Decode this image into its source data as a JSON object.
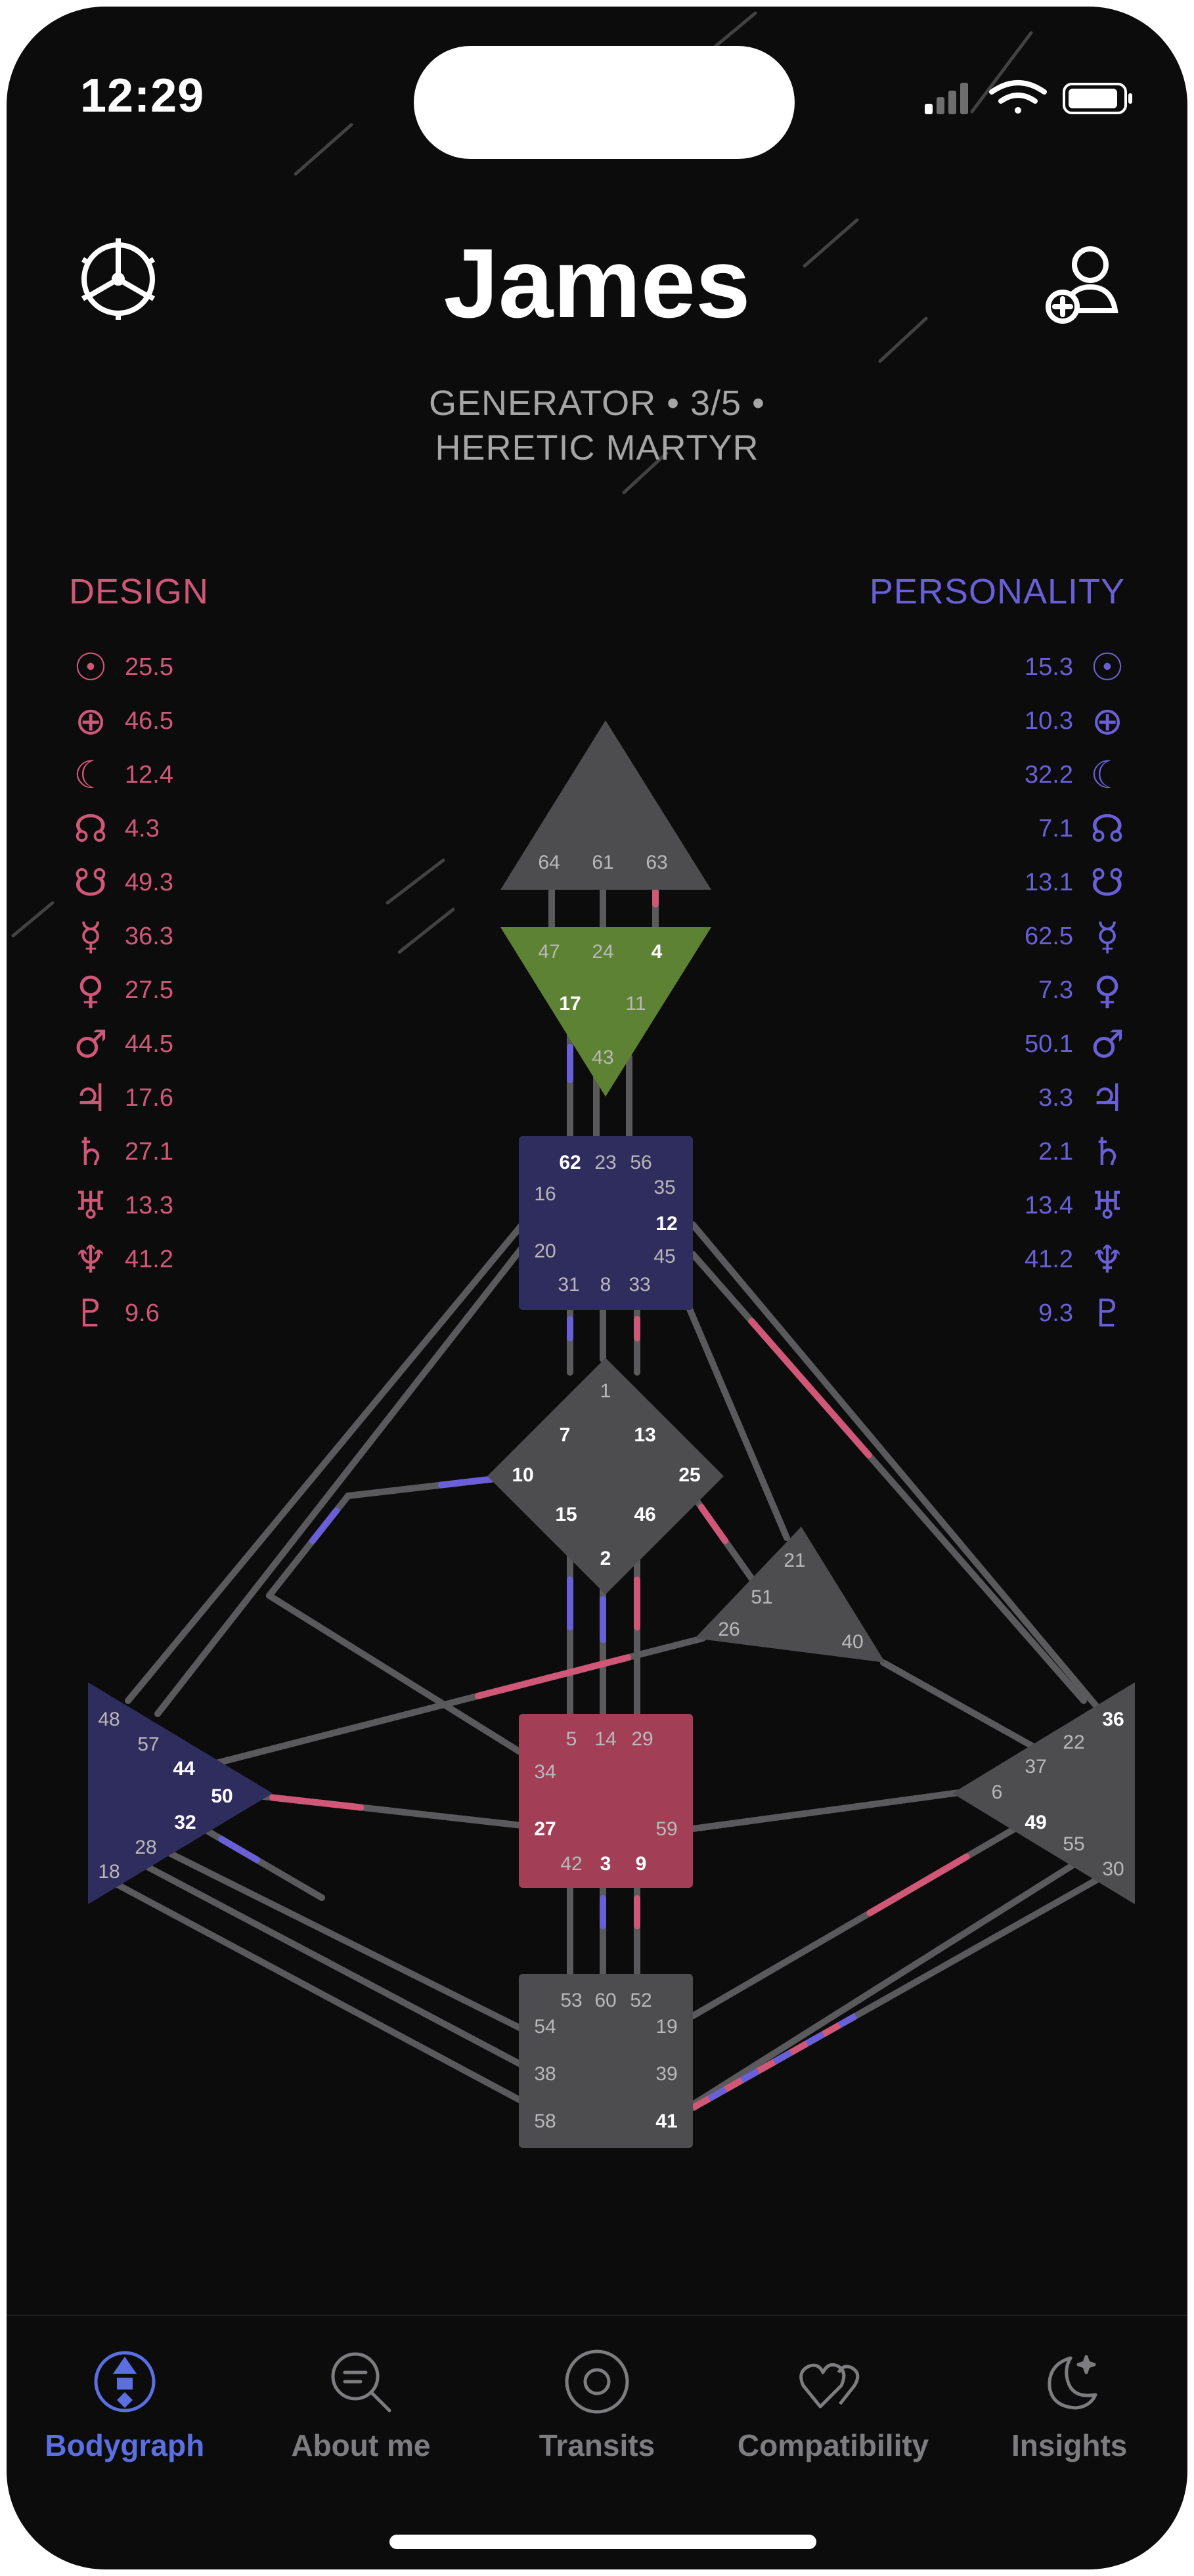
{
  "status_bar": {
    "time": "12:29"
  },
  "header": {
    "title": "James",
    "subtitle_line1": "GENERATOR • 3/5 •",
    "subtitle_line2": "HERETIC MARTYR"
  },
  "design": {
    "title": "DESIGN",
    "color": "#d15778",
    "planets": [
      {
        "icon": "sun-icon",
        "symbol": "☉",
        "value": "25.5"
      },
      {
        "icon": "earth-icon",
        "symbol": "⊕",
        "value": "46.5"
      },
      {
        "icon": "moon-icon",
        "symbol": "☾",
        "value": "12.4"
      },
      {
        "icon": "north-node-icon",
        "symbol": "☊",
        "value": "4.3"
      },
      {
        "icon": "south-node-icon",
        "symbol": "☋",
        "value": "49.3"
      },
      {
        "icon": "mercury-icon",
        "symbol": "☿",
        "value": "36.3"
      },
      {
        "icon": "venus-icon",
        "symbol": "♀",
        "value": "27.5"
      },
      {
        "icon": "mars-icon",
        "symbol": "♂",
        "value": "44.5"
      },
      {
        "icon": "jupiter-icon",
        "symbol": "♃",
        "value": "17.6"
      },
      {
        "icon": "saturn-icon",
        "symbol": "♄",
        "value": "27.1"
      },
      {
        "icon": "uranus-icon",
        "symbol": "♅",
        "value": "13.3"
      },
      {
        "icon": "neptune-icon",
        "symbol": "♆",
        "value": "41.2"
      },
      {
        "icon": "pluto-icon",
        "symbol": "♇",
        "value": "9.6"
      }
    ]
  },
  "personality": {
    "title": "PERSONALITY",
    "color": "#6a5fd6",
    "planets": [
      {
        "icon": "sun-icon",
        "symbol": "☉",
        "value": "15.3"
      },
      {
        "icon": "earth-icon",
        "symbol": "⊕",
        "value": "10.3"
      },
      {
        "icon": "moon-icon",
        "symbol": "☾",
        "value": "32.2"
      },
      {
        "icon": "north-node-icon",
        "symbol": "☊",
        "value": "7.1"
      },
      {
        "icon": "south-node-icon",
        "symbol": "☋",
        "value": "13.1"
      },
      {
        "icon": "mercury-icon",
        "symbol": "☿",
        "value": "62.5"
      },
      {
        "icon": "venus-icon",
        "symbol": "♀",
        "value": "7.3"
      },
      {
        "icon": "mars-icon",
        "symbol": "♂",
        "value": "50.1"
      },
      {
        "icon": "jupiter-icon",
        "symbol": "♃",
        "value": "3.3"
      },
      {
        "icon": "saturn-icon",
        "symbol": "♄",
        "value": "2.1"
      },
      {
        "icon": "uranus-icon",
        "symbol": "♅",
        "value": "13.4"
      },
      {
        "icon": "neptune-icon",
        "symbol": "♆",
        "value": "41.2"
      },
      {
        "icon": "pluto-icon",
        "symbol": "♇",
        "value": "9.3"
      }
    ]
  },
  "bodygraph": {
    "colors": {
      "defined_green": "#5e8233",
      "defined_navy": "#2f2d5e",
      "defined_red": "#a23f56",
      "undefined": "#4d4d4f",
      "channel": "#5a5a5c",
      "design": "#d15778",
      "personality": "#6a5fd6"
    },
    "centers": {
      "head": {
        "gates": [
          "64",
          "61",
          "63"
        ],
        "defined": false
      },
      "ajna": {
        "gates": [
          "47",
          "24",
          "4",
          "17",
          "11",
          "43"
        ],
        "defined": true
      },
      "throat": {
        "gates": [
          "62",
          "23",
          "56",
          "16",
          "35",
          "12",
          "20",
          "45",
          "31",
          "8",
          "33"
        ],
        "defined": true
      },
      "g": {
        "gates": [
          "1",
          "7",
          "13",
          "10",
          "25",
          "15",
          "46",
          "2"
        ],
        "defined": false
      },
      "heart": {
        "gates": [
          "21",
          "51",
          "26",
          "40"
        ],
        "defined": false
      },
      "spleen": {
        "gates": [
          "48",
          "57",
          "44",
          "50",
          "32",
          "28",
          "18"
        ],
        "defined": true
      },
      "sacral": {
        "gates": [
          "5",
          "14",
          "29",
          "34",
          "27",
          "59",
          "42",
          "3",
          "9"
        ],
        "defined": true
      },
      "solar_plexus": {
        "gates": [
          "36",
          "22",
          "37",
          "6",
          "49",
          "55",
          "30"
        ],
        "defined": false
      },
      "root": {
        "gates": [
          "53",
          "60",
          "52",
          "54",
          "19",
          "38",
          "39",
          "58",
          "41"
        ],
        "defined": false
      }
    }
  },
  "tabs": [
    {
      "label": "Bodygraph",
      "icon": "bodygraph-icon",
      "active": true
    },
    {
      "label": "About me",
      "icon": "search-profile-icon",
      "active": false
    },
    {
      "label": "Transits",
      "icon": "transits-icon",
      "active": false
    },
    {
      "label": "Compatibility",
      "icon": "hearts-icon",
      "active": false
    },
    {
      "label": "Insights",
      "icon": "moon-stars-icon",
      "active": false
    }
  ]
}
